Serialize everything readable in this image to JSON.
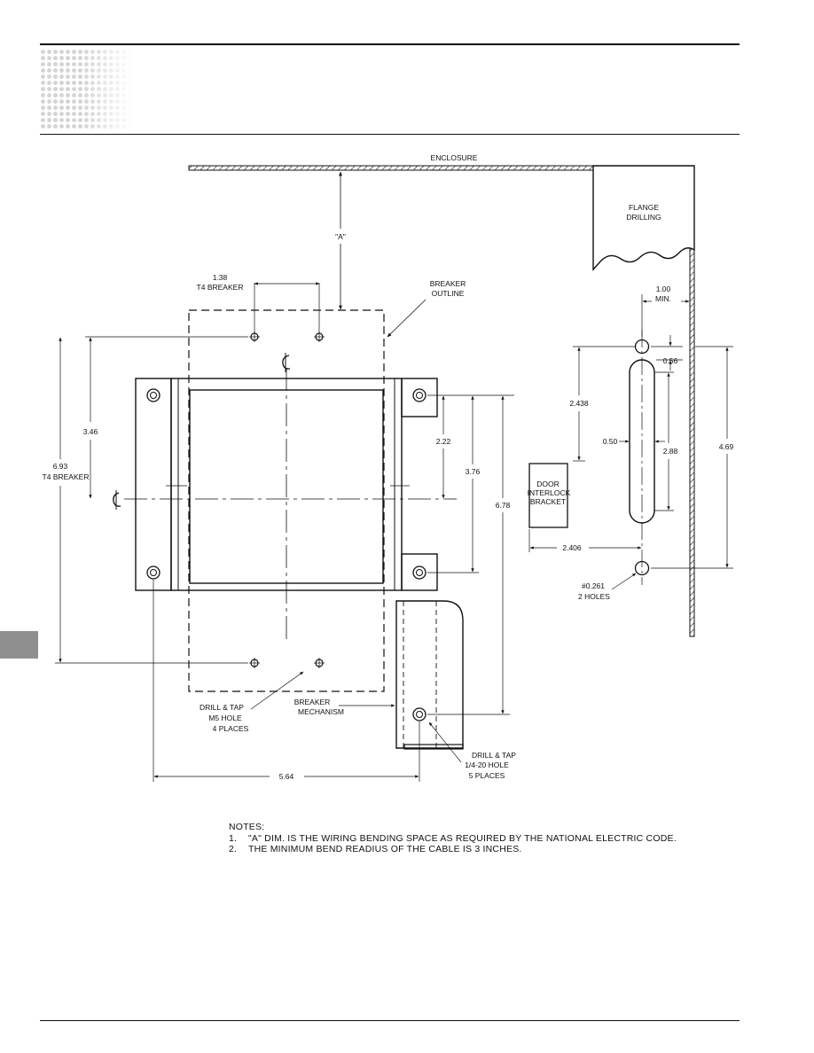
{
  "labels": {
    "enclosure": "ENCLOSURE",
    "flange_line1": "FLANGE",
    "flange_line2": "DRILLING",
    "dim_a": "\"A\"",
    "dim_138": "1.38",
    "t4_breaker": "T4 BREAKER",
    "breaker_outline_1": "BREAKER",
    "breaker_outline_2": "OUTLINE",
    "dim_346": "3.46",
    "dim_693": "6.93",
    "dim_222": "2.22",
    "dim_376": "3.76",
    "dim_678": "6.78",
    "dim_564": "5.64",
    "dim_100": "1.00",
    "min": "MIN.",
    "dim_056": "0.56",
    "dim_2438": "2.438",
    "dim_050": "0.50",
    "dim_288": "2.88",
    "dim_469": "4.69",
    "dim_2406": "2.406",
    "door_1": "DOOR",
    "door_2": "INTERLOCK",
    "door_3": "BRACKET",
    "hole_dia": "#0.261",
    "two_holes": "2 HOLES",
    "drill_tap": "DRILL & TAP",
    "m5_hole": "M5 HOLE",
    "four_places": "4 PLACES",
    "mech_1": "BREAKER",
    "mech_2": "MECHANISM",
    "quarter_hole": "1/4-20 HOLE",
    "five_places": "5 PLACES"
  },
  "notes": {
    "heading": "NOTES:",
    "items": [
      {
        "num": "1.",
        "text": "\"A\" DIM. IS THE WIRING BENDING SPACE AS REQUIRED BY THE NATIONAL ELECTRIC CODE."
      },
      {
        "num": "2.",
        "text": "THE MINIMUM BEND READIUS OF THE CABLE IS 3 INCHES."
      }
    ]
  }
}
